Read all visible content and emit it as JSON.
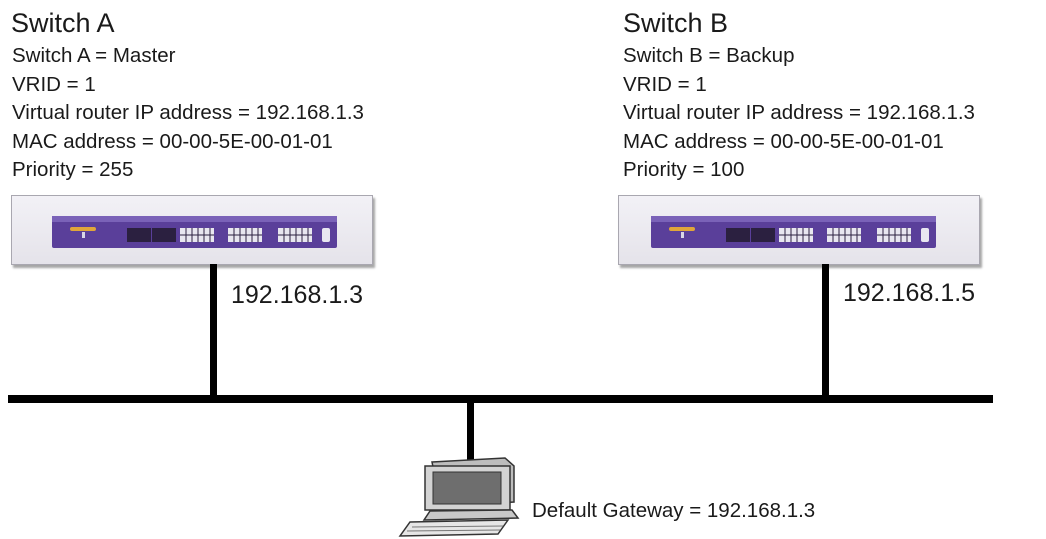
{
  "switch_a": {
    "title": "Switch A",
    "attributes": [
      "Switch A = Master",
      "VRID = 1",
      "Virtual router IP address = 192.168.1.3",
      "MAC address = 00-00-5E-00-01-01",
      "Priority = 255"
    ],
    "ip": "192.168.1.3"
  },
  "switch_b": {
    "title": "Switch B",
    "attributes": [
      "Switch B = Backup",
      "VRID = 1",
      "Virtual router IP address = 192.168.1.3",
      "MAC address = 00-00-5E-00-01-01",
      "Priority = 100"
    ],
    "ip": "192.168.1.5"
  },
  "host": {
    "label": "Default Gateway = 192.168.1.3",
    "icon": "computer-icon"
  },
  "colors": {
    "switch_body": "#5a3f9a",
    "switch_panel": "#7356b3",
    "accent": "#e0a63a",
    "line": "#000000",
    "box_bg": "#eceaf1"
  }
}
